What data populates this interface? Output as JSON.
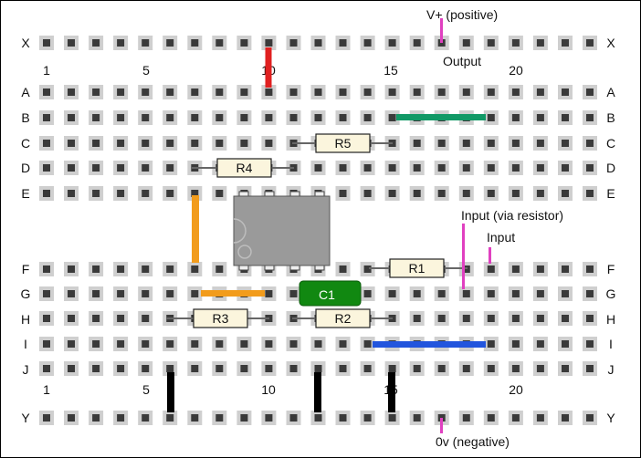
{
  "row_labels": [
    "X",
    "A",
    "B",
    "C",
    "D",
    "E",
    "F",
    "G",
    "H",
    "I",
    "J",
    "Y"
  ],
  "column_numbers_top": [
    "1",
    "5",
    "10",
    "15",
    "20"
  ],
  "column_numbers_bottom": [
    "1",
    "5",
    "10",
    "15",
    "20"
  ],
  "annotations": {
    "vplus": "V+ (positive)",
    "output": "Output",
    "input_via_resistor": "Input (via resistor)",
    "input": "Input",
    "zero_v": "0v (negative)"
  },
  "components": {
    "r1": "R1",
    "r2": "R2",
    "r3": "R3",
    "r4": "R4",
    "r5": "R5",
    "c1": "C1"
  },
  "colors": {
    "background": "#ffffff",
    "hole_frame": "#cfcfcf",
    "hole": "#3a3a3a",
    "red_wire": "#e02020",
    "green_wire": "#119966",
    "orange_wire": "#f29c1c",
    "blue_wire": "#2255dd",
    "black_wire": "#000000",
    "annotation_marker": "#e040c0",
    "resistor_body": "#fbf5dd",
    "capacitor": "#118811",
    "ic_body": "#9a9a9a"
  }
}
